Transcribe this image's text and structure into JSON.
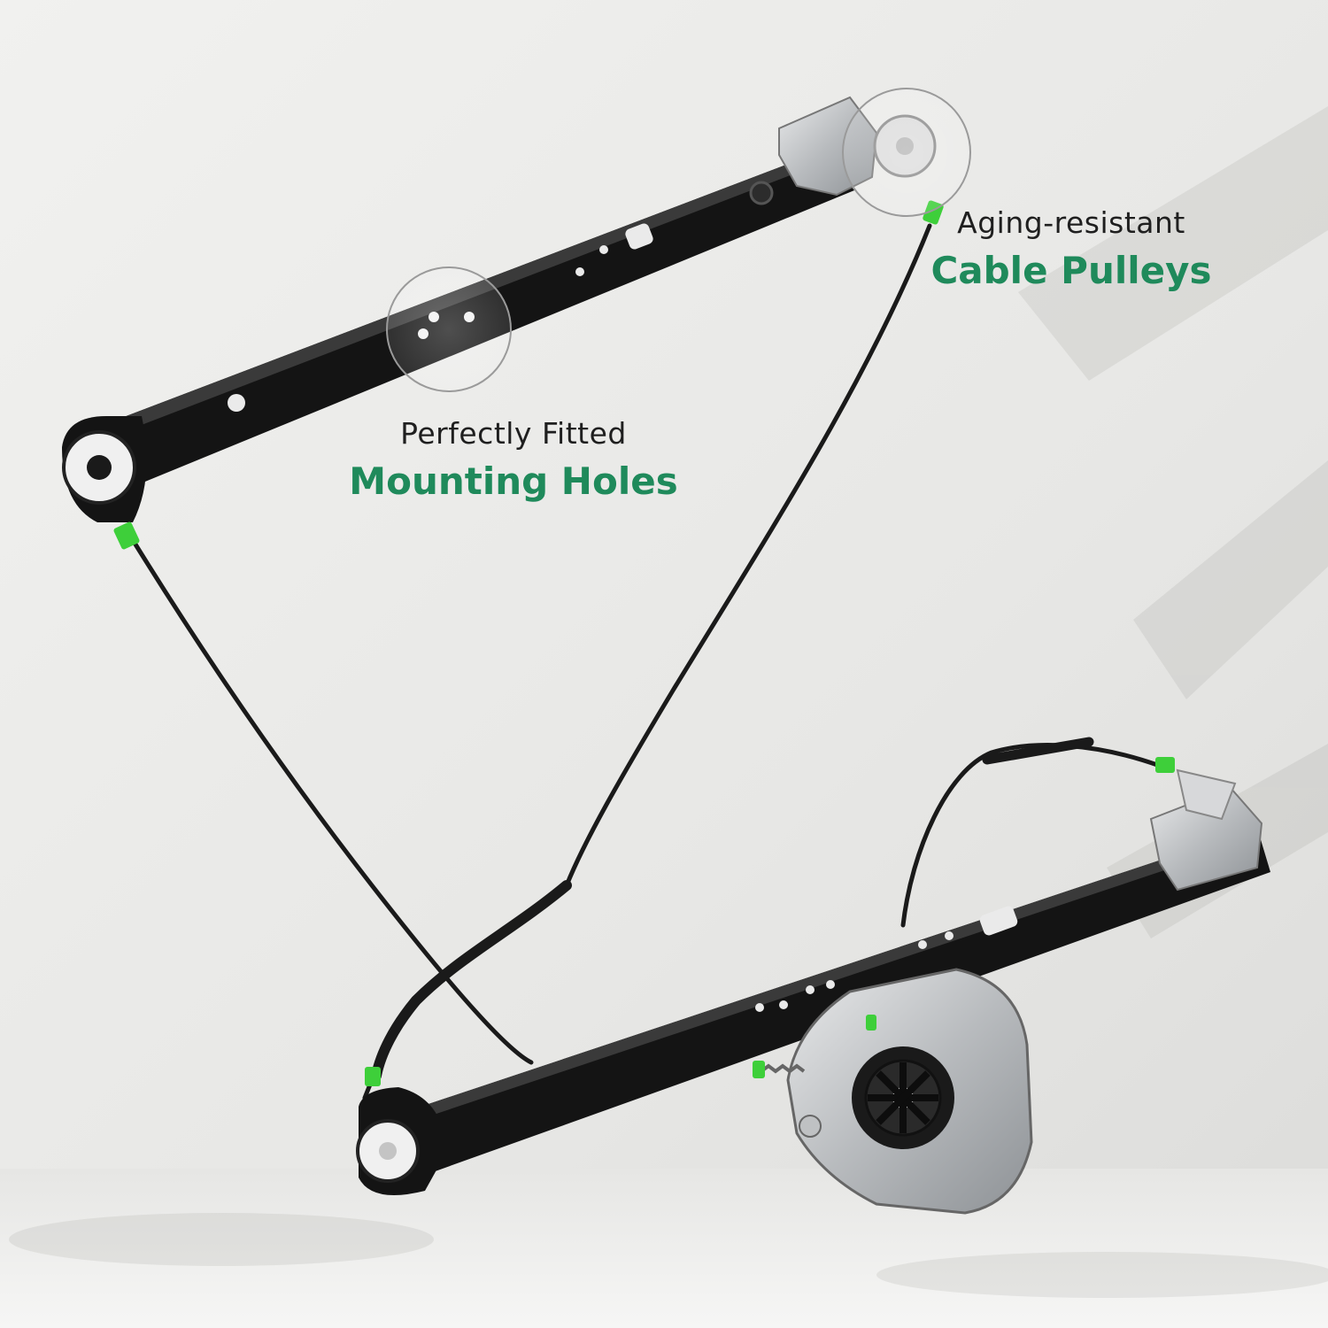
{
  "callouts": {
    "mounting_holes": {
      "line1": "Perfectly Fitted",
      "line2": "Mounting Holes"
    },
    "cable_pulleys": {
      "line1": "Aging-resistant",
      "line2": "Cable Pulleys"
    }
  },
  "colors": {
    "accent_green": "#1f8a5b",
    "clip_green": "#3ecf3a",
    "rail_black": "#141414",
    "background": "#ececea",
    "metal": "#c9cbcd"
  }
}
